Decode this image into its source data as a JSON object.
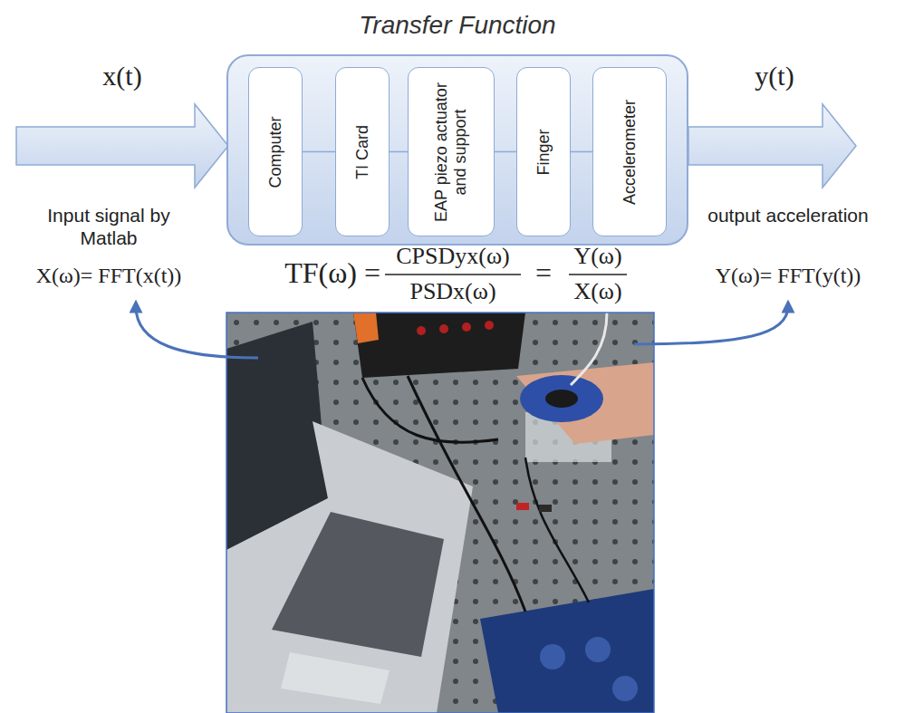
{
  "diagram": {
    "nodes": [
      {
        "text": [
          "Transfer Function"
        ]
      },
      {
        "text": [
          "Computer"
        ],
        "in": 0
      },
      {
        "text": [
          "TI Card"
        ],
        "in": 0
      },
      {
        "text": [
          "EAP piezo actuator and support"
        ],
        "in": 0
      },
      {
        "text": [
          "Finger"
        ],
        "in": 0
      },
      {
        "text": [
          "Accelerometer"
        ],
        "in": 0
      }
    ],
    "edges": [
      {
        "from": 1,
        "to": 2,
        "arrow": "none"
      },
      {
        "from": 2,
        "to": 3,
        "arrow": "none"
      },
      {
        "from": 3,
        "to": 4,
        "arrow": "none"
      },
      {
        "from": 4,
        "to": 5,
        "arrow": "none"
      }
    ],
    "labels": [
      "x(t)",
      "Input signal by Matlab",
      "X(ω)= FFT(x(t))",
      "y(t)",
      "output acceleration",
      "Y(ω)= FFT(y(t))",
      "TF(ω) =",
      "CPSDyx(ω)",
      "PSDx(ω)",
      "=",
      "Y(ω)",
      "X(ω)"
    ]
  }
}
